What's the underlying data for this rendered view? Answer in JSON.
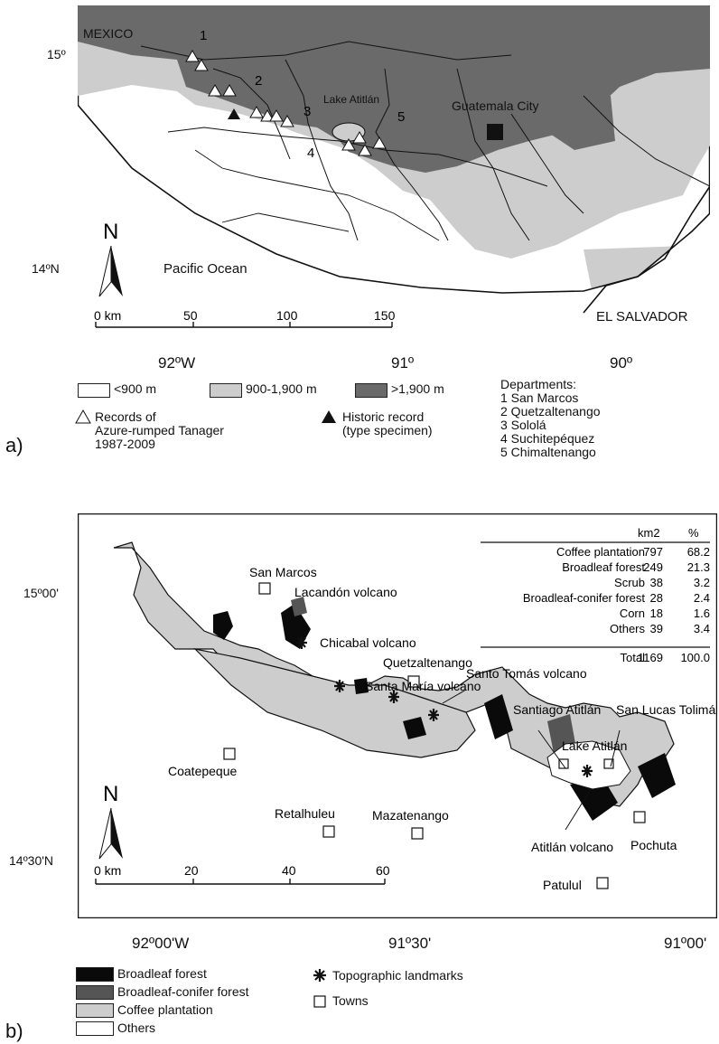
{
  "map_a": {
    "panel_label": "a)",
    "place_labels": {
      "mexico": "MEXICO",
      "lake": "Lake Atitlán",
      "city": "Guatemala City",
      "ocean": "Pacific Ocean",
      "el_salvador": "EL SALVADOR"
    },
    "dept_numbers": [
      "1",
      "2",
      "3",
      "4",
      "5"
    ],
    "north": "N",
    "scale": {
      "unit": "0 km",
      "ticks": [
        "50",
        "100",
        "150"
      ]
    },
    "lat_labels": [
      "15º",
      "14ºN"
    ],
    "lon_labels": [
      "92ºW",
      "91º",
      "90º"
    ],
    "legend": {
      "elevation": [
        "<900 m",
        "900-1,900 m",
        ">1,900 m"
      ],
      "elevation_colors": [
        "#ffffff",
        "#cdcdcd",
        "#6a6a6a"
      ],
      "records": "Records of Azure-rumped Tanager 1987-2009",
      "records_lines": [
        "Records of",
        "Azure-rumped Tanager",
        "1987-2009"
      ],
      "historic_lines": [
        "Historic record",
        "(type specimen)"
      ],
      "departments_title": "Departments:",
      "departments": [
        "1 San Marcos",
        "2 Quetzaltenango",
        "3 Sololá",
        "4 Suchitepéquez",
        "5 Chimaltenango"
      ]
    }
  },
  "map_b": {
    "panel_label": "b)",
    "table": {
      "headers": [
        "",
        "km2",
        "%"
      ],
      "rows": [
        [
          "Coffee plantation",
          "797",
          "68.2"
        ],
        [
          "Broadleaf forest",
          "249",
          "21.3"
        ],
        [
          "Scrub",
          "38",
          "3.2"
        ],
        [
          "Broadleaf-conifer forest",
          "28",
          "2.4"
        ],
        [
          "Corn",
          "18",
          "1.6"
        ],
        [
          "Others",
          "39",
          "3.4"
        ]
      ],
      "total": [
        "Total",
        "1169",
        "100.0"
      ]
    },
    "towns": [
      "San Marcos",
      "Quetzaltenango",
      "Coatepeque",
      "Retalhuleu",
      "Mazatenango",
      "Patulul",
      "Pochuta"
    ],
    "landmarks": [
      "Lacandón volcano",
      "Chicabal volcano",
      "Santa María volcano",
      "Santo Tomás volcano",
      "Atitlán volcano"
    ],
    "other_labels": {
      "santiago": "Santiago Atitlán",
      "san_lucas": "San Lucas Tolimán",
      "lake": "Lake Atitlán"
    },
    "north": "N",
    "scale": {
      "unit": "0 km",
      "ticks": [
        "20",
        "40",
        "60"
      ]
    },
    "lat_labels": [
      "15º00'",
      "14º30'N"
    ],
    "lon_labels": [
      "92º00'W",
      "91º30'",
      "91º00'"
    ],
    "legend": {
      "classes": [
        "Broadleaf forest",
        "Broadleaf-conifer forest",
        "Coffee plantation",
        "Others"
      ],
      "class_colors": [
        "#0a0a0a",
        "#555555",
        "#cdcdcd",
        "#ffffff"
      ],
      "symbols": [
        "Topographic landmarks",
        "Towns"
      ]
    }
  }
}
